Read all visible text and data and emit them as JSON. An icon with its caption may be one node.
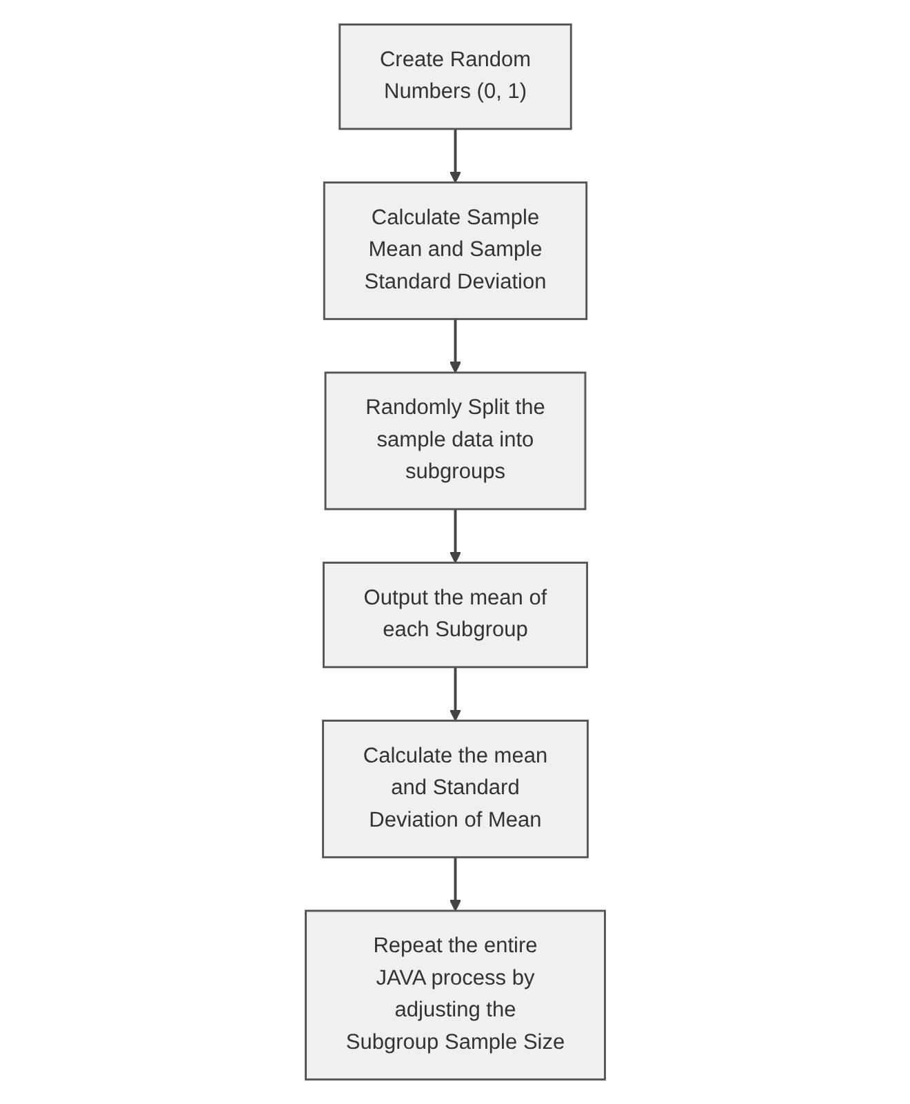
{
  "diagram": {
    "nodes": [
      {
        "text": [
          "Create Random Numbers (0, 1)"
        ]
      },
      {
        "text": [
          "Calculate Sample Mean and Sample Standard Deviation"
        ]
      },
      {
        "text": [
          "Randomly Split the sample data into subgroups"
        ]
      },
      {
        "text": [
          "Output the mean of each Subgroup"
        ]
      },
      {
        "text": [
          "Calculate the mean and Standard Deviation of Mean"
        ]
      },
      {
        "text": [
          "Repeat the entire JAVA process by adjusting the Subgroup Sample Size"
        ]
      }
    ],
    "edges": [
      {
        "from": 0,
        "to": 1,
        "arrow": "to"
      },
      {
        "from": 1,
        "to": 2,
        "arrow": "to"
      },
      {
        "from": 2,
        "to": 3,
        "arrow": "to"
      },
      {
        "from": 3,
        "to": 4,
        "arrow": "to"
      },
      {
        "from": 4,
        "to": 5,
        "arrow": "to"
      }
    ]
  }
}
